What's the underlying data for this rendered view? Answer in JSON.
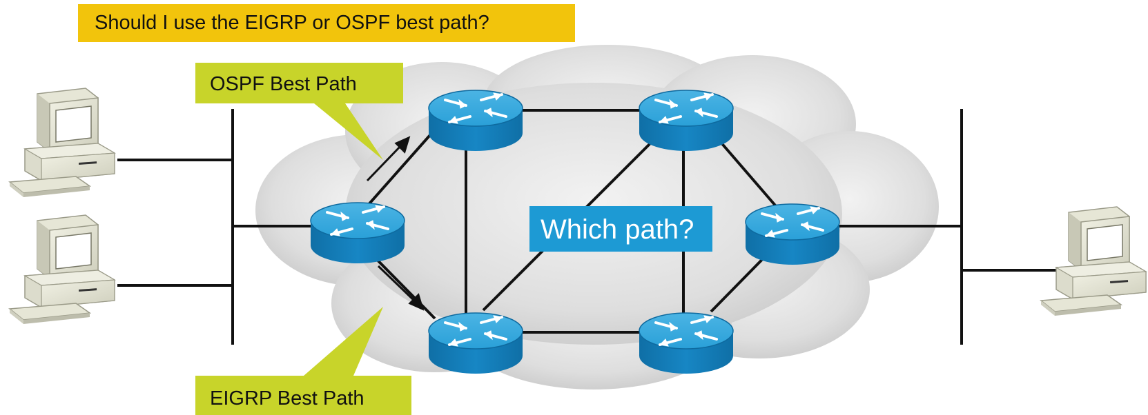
{
  "question": "Should I use the EIGRP or OSPF best path?",
  "callouts": {
    "ospf": "OSPF Best Path",
    "eigrp": "EIGRP Best Path"
  },
  "center_label": "Which path?",
  "colors": {
    "question_bg": "#f2c40c",
    "callout_bg": "#c8d42a",
    "router_blue": "#1d9ad4",
    "label_blue": "#1d9ad4",
    "cloud": "#dcdcdc",
    "link": "#111111"
  },
  "nodes": {
    "hosts": [
      "pc-left-top",
      "pc-left-bottom",
      "pc-right"
    ],
    "routers": [
      "router-edge-left",
      "router-top-left",
      "router-top-right",
      "router-bottom-left",
      "router-bottom-right",
      "router-edge-right"
    ]
  }
}
